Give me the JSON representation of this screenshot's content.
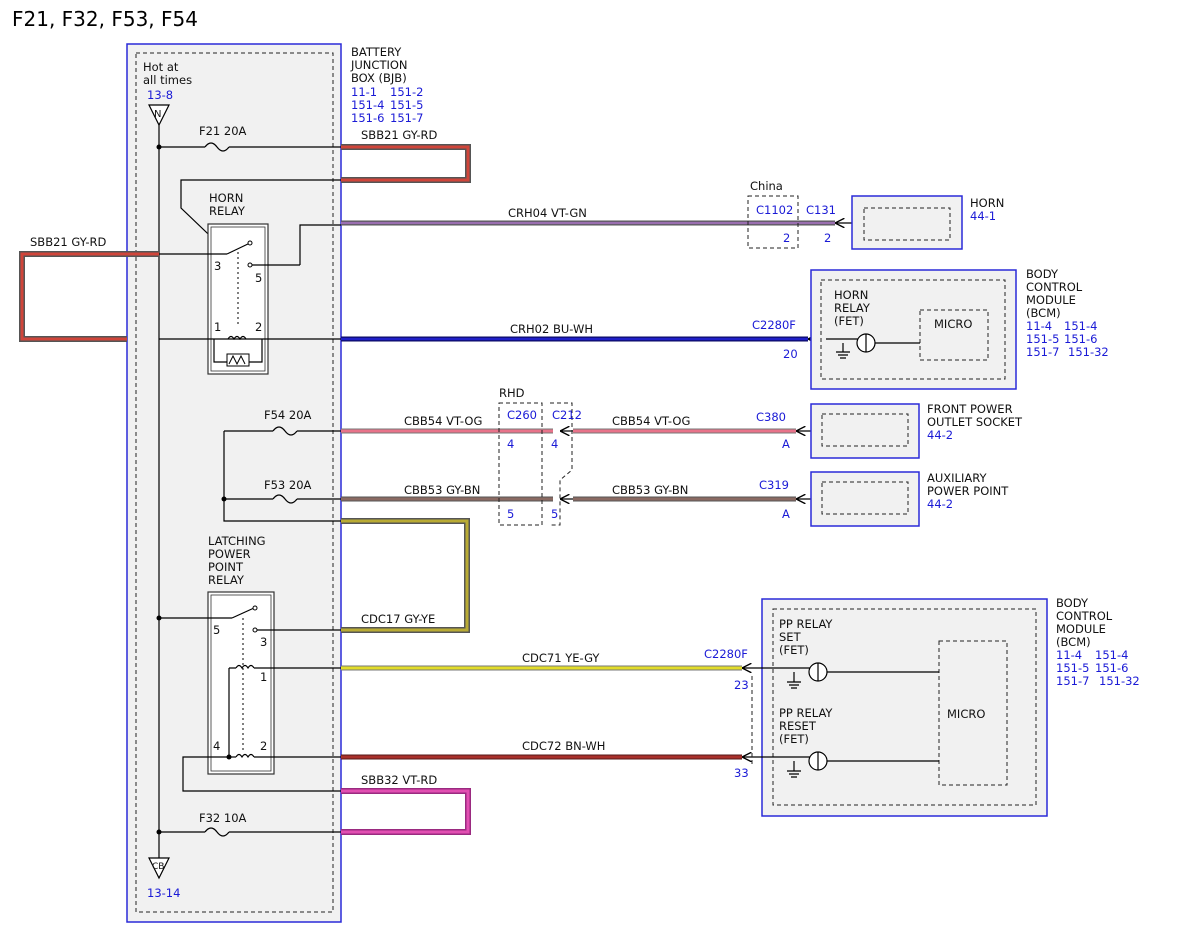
{
  "title": "F21, F32, F53, F54",
  "bjb": {
    "name_lines": [
      "BATTERY",
      "JUNCTION",
      "BOX (BJB)"
    ],
    "refs": [
      [
        "11-1",
        "151-2"
      ],
      [
        "151-4",
        "151-5"
      ],
      [
        "151-6",
        "151-7"
      ]
    ],
    "hot_lines": [
      "Hot at",
      "all times"
    ],
    "hot_ref": "13-8",
    "n_label": "N",
    "cb_label": "CB",
    "cb_ref": "13-14"
  },
  "fuses": {
    "f21": "F21  20A",
    "f54": "F54  20A",
    "f53": "F53  20A",
    "f32": "F32  10A"
  },
  "horn_relay": {
    "lines": [
      "HORN",
      "RELAY"
    ],
    "pins": [
      "3",
      "5",
      "1",
      "2"
    ]
  },
  "latch_relay": {
    "lines": [
      "LATCHING",
      "POWER",
      "POINT",
      "RELAY"
    ],
    "pins": [
      "5",
      "3",
      "1",
      "4",
      "2"
    ]
  },
  "wires": {
    "sbb21_top": "SBB21   GY-RD",
    "sbb21_left": "SBB21   GY-RD",
    "crh04": "CRH04   VT-GN",
    "crh02": "CRH02   BU-WH",
    "cbb54_a": "CBB54   VT-OG",
    "cbb54_b": "CBB54   VT-OG",
    "cbb53_a": "CBB53   GY-BN",
    "cbb53_b": "CBB53   GY-BN",
    "cdc17": "CDC17   GY-YE",
    "cdc71": "CDC71   YE-GY",
    "cdc72": "CDC72   BN-WH",
    "sbb32": "SBB32   VT-RD"
  },
  "connectors": {
    "china": "China",
    "c1102": "C1102",
    "c1102_pin": "2",
    "c131": "C131",
    "c131_pin": "2",
    "c2280f_a": "C2280F",
    "c2280f_a_pin": "20",
    "rhd": "RHD",
    "c260": "C260",
    "c260_pin_a": "4",
    "c260_pin_b": "5",
    "c212": "C212",
    "c212_pin_a": "4",
    "c212_pin_b": "5",
    "c380": "C380",
    "c380_pin": "A",
    "c319": "C319",
    "c319_pin": "A",
    "c2280f_b": "C2280F",
    "c2280f_b_pin_a": "23",
    "c2280f_b_pin_b": "33"
  },
  "horn": {
    "name": "HORN",
    "ref": "44-1"
  },
  "bcm1": {
    "name_lines": [
      "BODY",
      "CONTROL",
      "MODULE",
      "(BCM)"
    ],
    "refs": [
      [
        "11-4",
        "151-4"
      ],
      [
        "151-5",
        "151-6"
      ],
      [
        "151-7",
        "151-32"
      ]
    ],
    "relay_lines": [
      "HORN",
      "RELAY",
      "(FET)"
    ],
    "micro": "MICRO"
  },
  "front_outlet": {
    "name_lines": [
      "FRONT POWER",
      "OUTLET SOCKET"
    ],
    "ref": "44-2"
  },
  "aux_point": {
    "name_lines": [
      "AUXILIARY",
      "POWER POINT"
    ],
    "ref": "44-2"
  },
  "bcm2": {
    "name_lines": [
      "BODY",
      "CONTROL",
      "MODULE",
      "(BCM)"
    ],
    "refs": [
      [
        "11-4",
        "151-4"
      ],
      [
        "151-5",
        "151-6"
      ],
      [
        "151-7",
        "151-32"
      ]
    ],
    "set_lines": [
      "PP RELAY",
      "SET",
      "(FET)"
    ],
    "reset_lines": [
      "PP RELAY",
      "RESET",
      "(FET)"
    ],
    "micro": "MICRO"
  },
  "colors": {
    "outline_blue": "#2a2ad8",
    "ref_blue": "#1a1ad6",
    "box_fill": "#f1f1f1",
    "gy_rd": "#d0453a",
    "vt_gn": "#9a6fb0",
    "bu_wh": "#1f1fc8",
    "vt_og": "#e8738a",
    "gy_bn": "#8a6a62",
    "gy_ye": "#b9ab34",
    "ye_gy": "#e2dc2a",
    "bn_wh": "#a8302a",
    "vt_rd": "#e24fb2"
  }
}
